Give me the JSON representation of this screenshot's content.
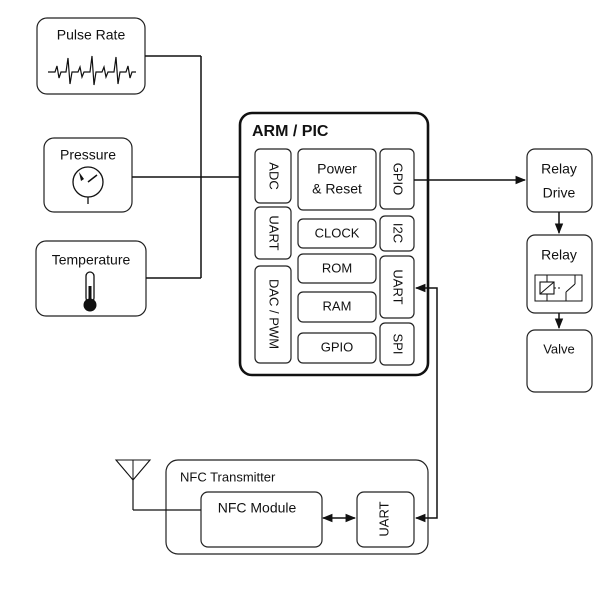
{
  "sensors": {
    "pulse_rate": "Pulse Rate",
    "pressure": "Pressure",
    "temperature": "Temperature"
  },
  "mcu": {
    "title": "ARM / PIC",
    "adc": "ADC",
    "power_reset_line1": "Power",
    "power_reset_line2": "& Reset",
    "gpio_right": "GPIO",
    "uart_left": "UART",
    "clock": "CLOCK",
    "i2c": "I2C",
    "rom": "ROM",
    "dac_pwm": "DAC / PWM",
    "ram": "RAM",
    "uart_right": "UART",
    "gpio_bottom": "GPIO",
    "spi": "SPI"
  },
  "outputs": {
    "relay_drive_line1": "Relay",
    "relay_drive_line2": "Drive",
    "relay": "Relay",
    "valve": "Valve"
  },
  "nfc": {
    "group_title": "NFC Transmitter",
    "module": "NFC Module",
    "uart": "UART"
  },
  "icons": {
    "pulse": "heartbeat-waveform-icon",
    "pressure": "pressure-gauge-icon",
    "temperature": "thermometer-icon",
    "relay": "relay-switch-icon",
    "antenna": "antenna-icon"
  }
}
